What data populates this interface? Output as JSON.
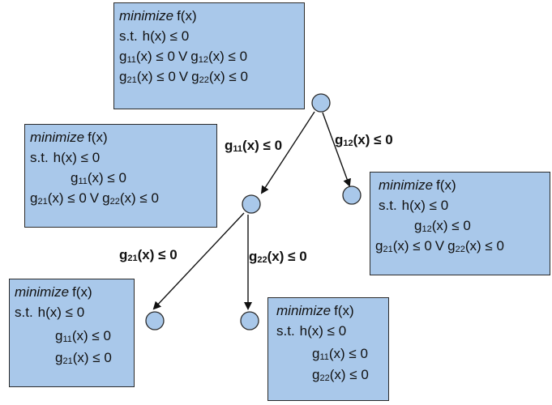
{
  "symbols": {
    "objective_keyword": "minimize",
    "objective_function": "f(x)",
    "subject_to": "s.t.",
    "or": "V",
    "g_prefix": "g",
    "le_zero": "(x) ≤ 0"
  },
  "constraints": {
    "h": "h(x) ≤ 0"
  },
  "tree": {
    "root": {
      "constraint_h": "h(x) ≤ 0",
      "disjunctions": [
        {
          "left": {
            "sub": "11"
          },
          "right": {
            "sub": "12"
          }
        },
        {
          "left": {
            "sub": "21"
          },
          "right": {
            "sub": "22"
          }
        }
      ]
    },
    "left_child": {
      "constraint_h": "h(x) ≤ 0",
      "fixed": [
        {
          "sub": "11"
        }
      ],
      "disjunctions": [
        {
          "left": {
            "sub": "21"
          },
          "right": {
            "sub": "22"
          }
        }
      ]
    },
    "right_child": {
      "constraint_h": "h(x) ≤ 0",
      "fixed": [
        {
          "sub": "12"
        }
      ],
      "disjunctions": [
        {
          "left": {
            "sub": "21"
          },
          "right": {
            "sub": "22"
          }
        }
      ]
    },
    "left_left_leaf": {
      "constraint_h": "h(x) ≤ 0",
      "fixed": [
        {
          "sub": "11"
        },
        {
          "sub": "21"
        }
      ]
    },
    "left_right_leaf": {
      "constraint_h": "h(x) ≤ 0",
      "fixed": [
        {
          "sub": "11"
        },
        {
          "sub": "22"
        }
      ]
    }
  },
  "edges": {
    "root_to_left": {
      "sub": "11"
    },
    "root_to_right": {
      "sub": "12"
    },
    "left_to_leftleft": {
      "sub": "21"
    },
    "left_to_leftright": {
      "sub": "22"
    }
  }
}
